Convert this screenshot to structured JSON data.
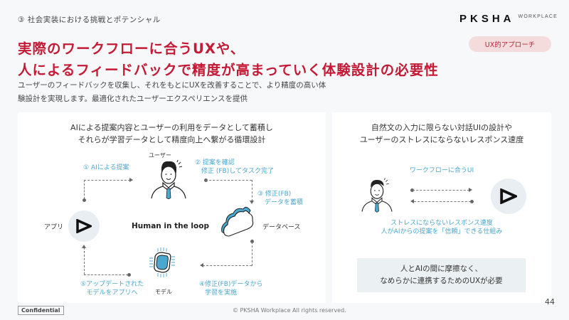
{
  "header": {
    "section_label": "③ 社会実装における挑戦とポテンシャル",
    "brand_main": "PKSHA",
    "brand_sub": "WORKPLACE",
    "tag": "UX的アプローチ",
    "title_line1": "実際のワークフローに合うUXや、",
    "title_line2": "人によるフィードバックで精度が高まっていく体験設計の必要性",
    "description_line1": "ユーザーのフィードバックを収集し、それをもとにUXを改善することで、より精度の高い体",
    "description_line2": "験設計を実現します。最適化されたユーザーエクスペリエンスを提供"
  },
  "left_card": {
    "title_line1": "AIによる提案内容とユーザーの利用をデータとして蓄積し",
    "title_line2": "それらが学習データとして精度向上へ繋がる循環設計",
    "center_label": "Human in the loop",
    "nodes": {
      "user": "ユーザー",
      "app": "アプリ",
      "database": "データベース",
      "model": "モデル"
    },
    "steps": {
      "step1": "① AIによる提案",
      "step2_line1": "② 提案を確認",
      "step2_line2": "修正 (FB)してタスク完了",
      "step3_line1": "③ 修正(FB)",
      "step3_line2": "データを蓄積",
      "step4_line1": "④修正(FB)データから",
      "step4_line2": "学習を実施",
      "step5_line1": "⑤アップデートされた",
      "step5_line2": "モデルをアプリへ"
    }
  },
  "right_card": {
    "title_line1": "自然文の入力に限らない対話UIの設計や",
    "title_line2": "ユーザーのストレスにならないレスポンス速度",
    "flow_label": "ワークフローに合うUI",
    "caption_line1": "ストレスにならないレスポンス速度",
    "caption_line2": "人がAIからの提案を「信頼」できる仕組み",
    "box_line1": "人とAIの間に摩擦なく、",
    "box_line2": "なめらかに連携するためのUXが必要"
  },
  "footer": {
    "page_number": "44",
    "confidential": "Confidential",
    "copyright": "© PKSHA Workplace All rights reserved."
  },
  "colors": {
    "accent_red": "#c41a35",
    "tag_bg": "#f5dcdc",
    "diagram_blue": "#4aa7cf",
    "box_bg": "#ebf0f2"
  }
}
